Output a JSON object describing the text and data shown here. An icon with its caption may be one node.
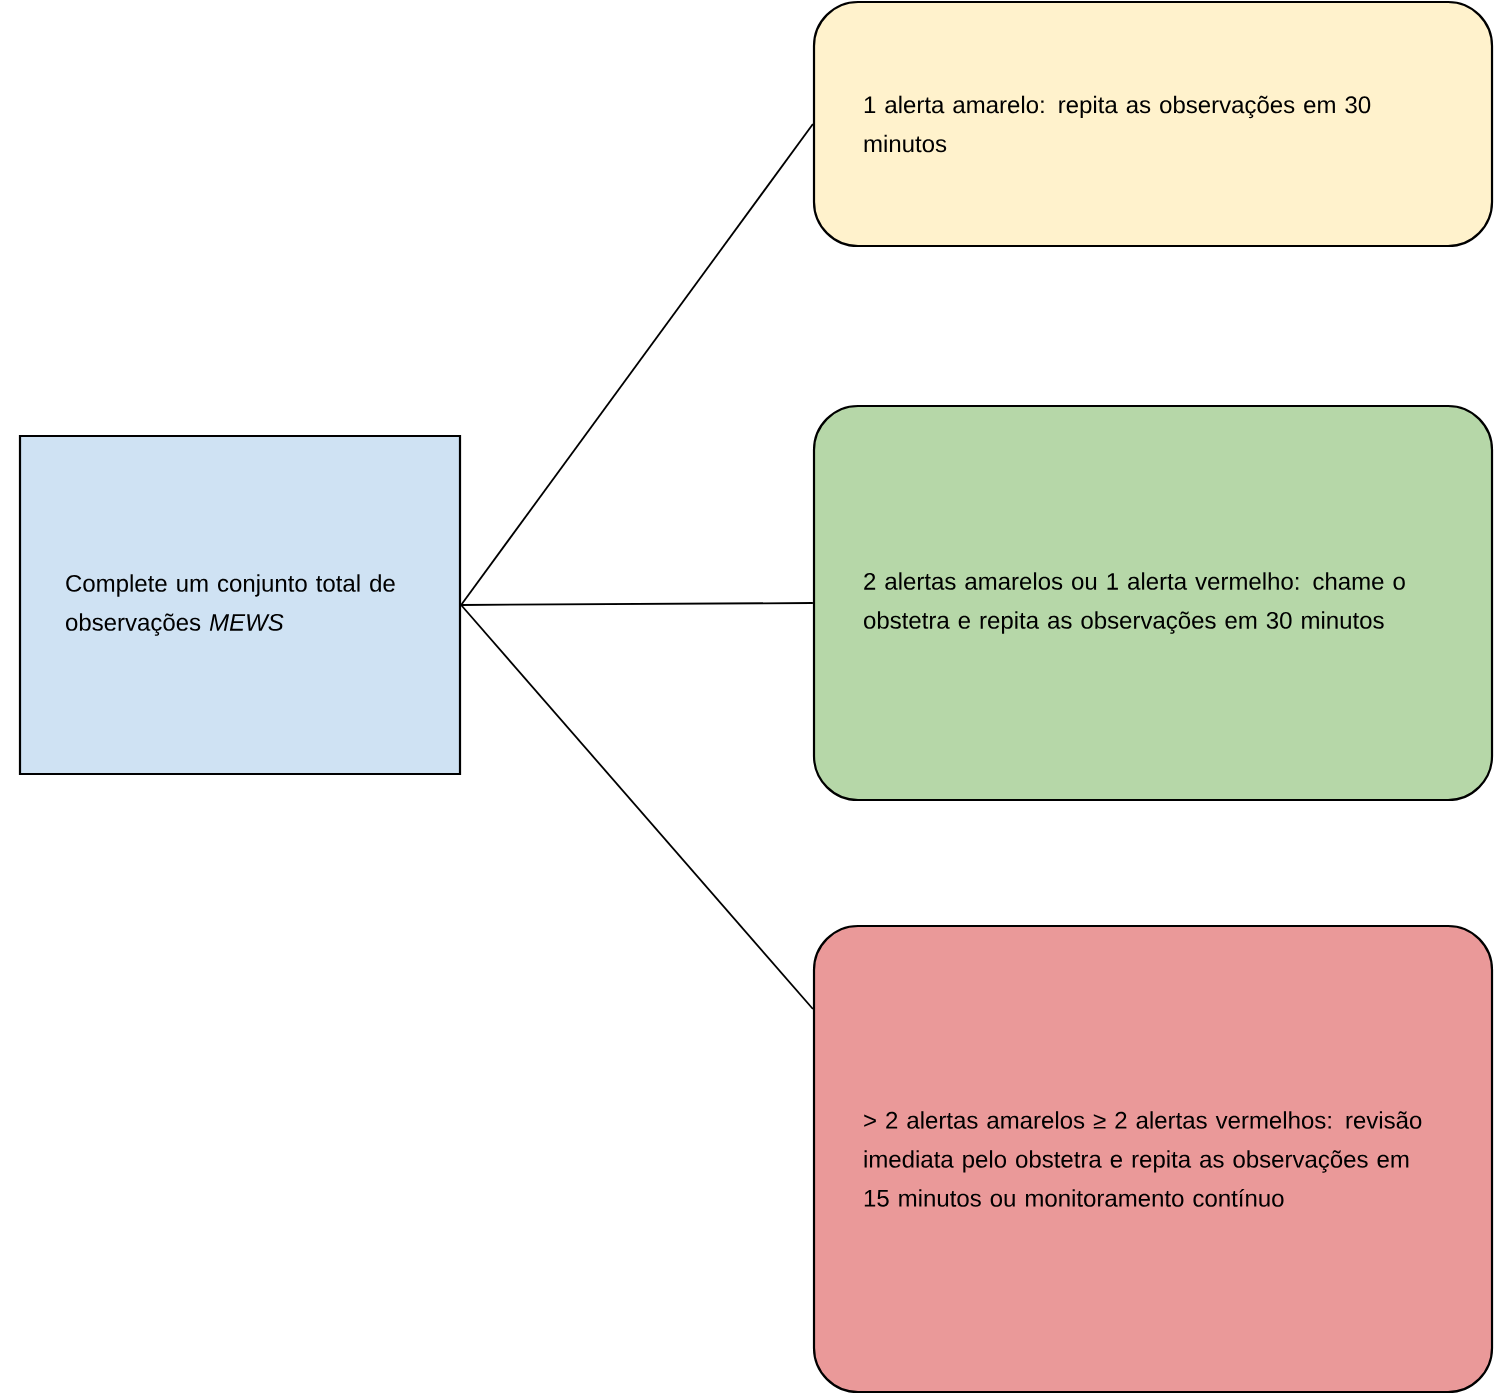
{
  "diagram": {
    "nodes": [
      {
        "text": [
          "Complete um conjunto total de observações *MEWS*"
        ]
      },
      {
        "text": [
          "1 alerta amarelo: repita as observações em 30 minutos"
        ]
      },
      {
        "text": [
          "2 alertas amarelos ou 1 alerta vermelho: chame o obstetra e repita as observações em 30 minutos"
        ]
      },
      {
        "text": [
          "> 2 alertas amarelos ≥ 2 alertas vermelhos: revisão imediata pelo obstetra e repita as observações em 15 minutos ou monitoramento contínuo"
        ]
      }
    ],
    "edges": [
      {
        "from": 0,
        "to": 1,
        "arrow": "none"
      },
      {
        "from": 0,
        "to": 2,
        "arrow": "none"
      },
      {
        "from": 0,
        "to": 3,
        "arrow": "none"
      }
    ]
  }
}
